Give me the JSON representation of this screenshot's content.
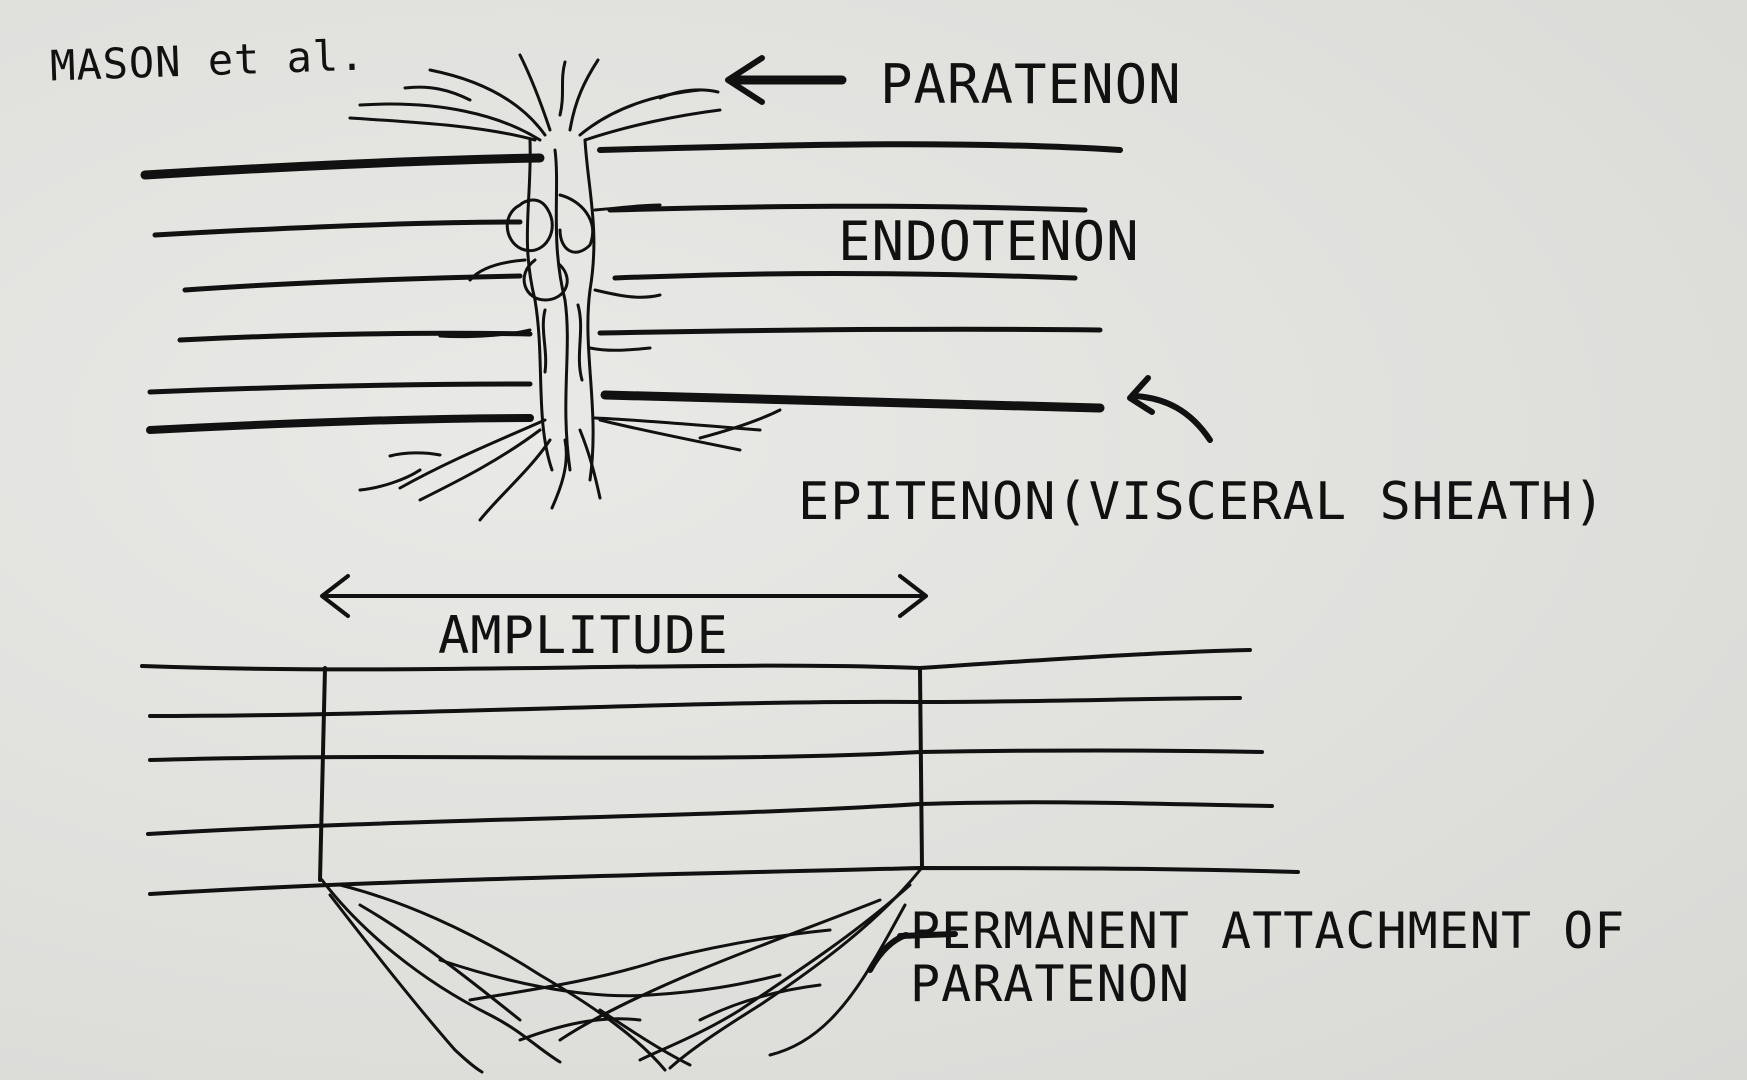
{
  "figure": {
    "credit": "MASON et al.",
    "labels": {
      "paratenon": "PARATENON",
      "endotenon": "ENDOTENON",
      "epitenon": "EPITENON(VISCERAL SHEATH)",
      "amplitude": "AMPLITUDE",
      "attachment_line1": "PERMANENT ATTACHMENT OF",
      "attachment_line2": "PARATENON"
    }
  }
}
